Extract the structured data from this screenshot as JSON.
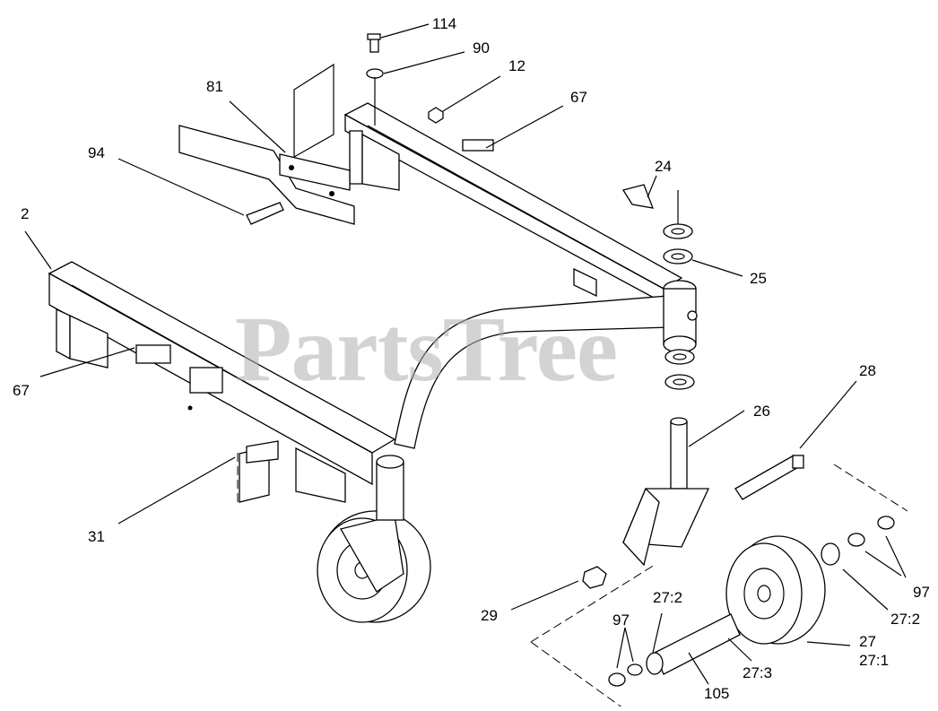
{
  "watermark": "PartsTree",
  "callouts": {
    "c114": "114",
    "c90": "90",
    "c12": "12",
    "c81": "81",
    "c67a": "67",
    "c94": "94",
    "c24": "24",
    "c2": "2",
    "c25": "25",
    "c67b": "67",
    "c28": "28",
    "c26": "26",
    "c31": "31",
    "c97a": "97",
    "c29": "29",
    "c27_2a": "27:2",
    "c97b": "97",
    "c27_2b": "27:2",
    "c27": "27",
    "c27_1": "27:1",
    "c27_3": "27:3",
    "c105": "105"
  }
}
